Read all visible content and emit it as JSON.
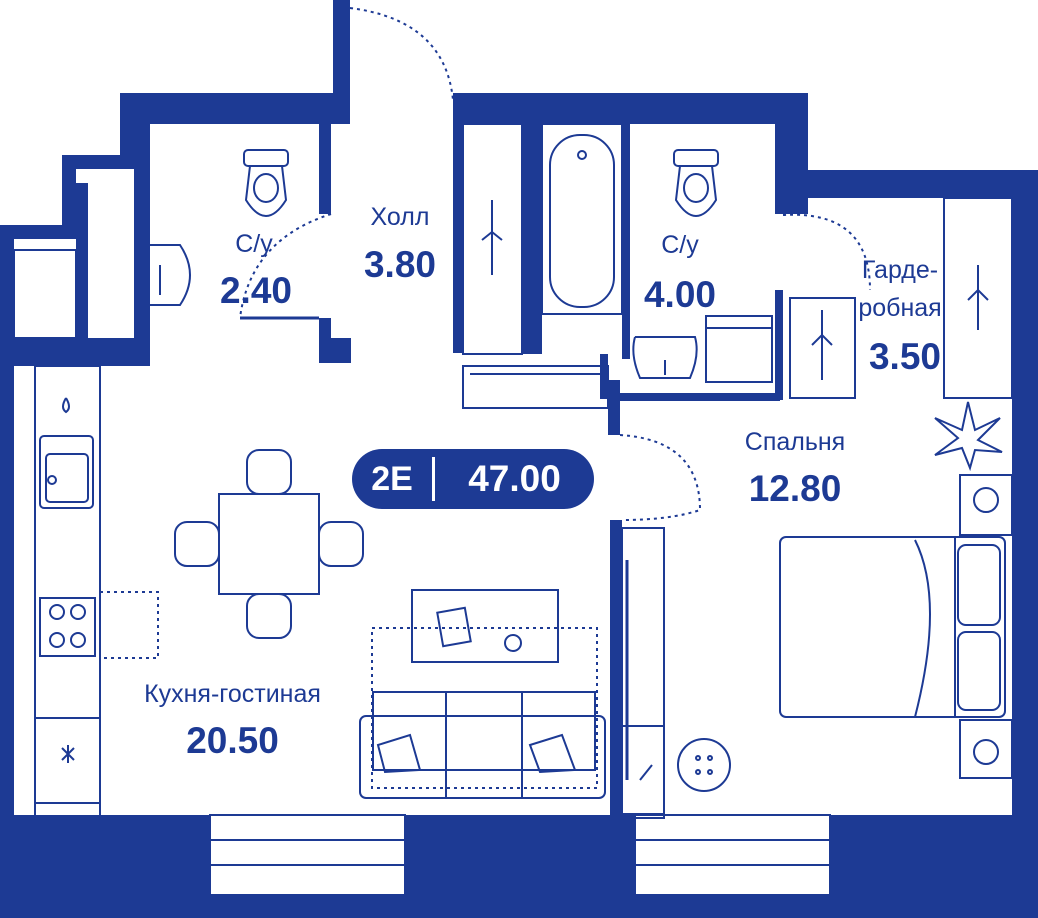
{
  "colors": {
    "wall": "#1d3a94",
    "line": "#1d3a94",
    "background": "#ffffff"
  },
  "badge": {
    "type": "2E",
    "total_area": "47.00"
  },
  "rooms": {
    "bath1": {
      "name": "С/у",
      "area": "2.40"
    },
    "hall": {
      "name": "Холл",
      "area": "3.80"
    },
    "bath2": {
      "name": "С/у",
      "area": "4.00"
    },
    "wardrobe": {
      "name_line1": "Гарде-",
      "name_line2": "робная",
      "area": "3.50"
    },
    "bedroom": {
      "name": "Спальня",
      "area": "12.80"
    },
    "living": {
      "name": "Кухня-гостиная",
      "area": "20.50"
    }
  },
  "icons": [
    "toilet-icon",
    "sink-icon",
    "bathtub-icon",
    "washing-machine-icon",
    "wardrobe-icon",
    "hanger-icon",
    "stove-icon",
    "fridge-icon",
    "dining-table-icon",
    "sofa-icon",
    "coffee-table-icon",
    "bed-icon",
    "nightstand-icon",
    "plant-icon",
    "armchair-icon",
    "window-icon",
    "door-icon",
    "tv-icon"
  ]
}
